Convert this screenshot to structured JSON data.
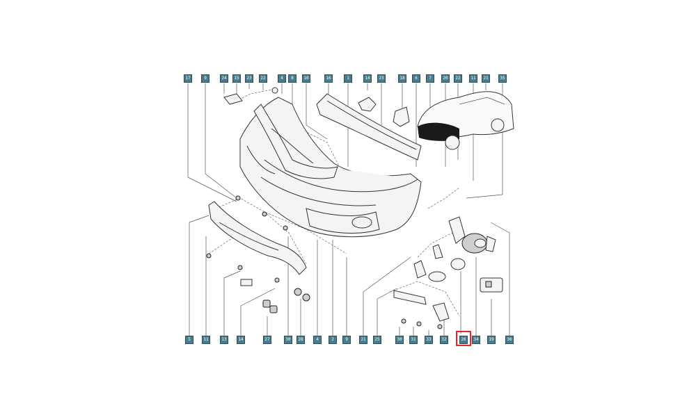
{
  "diagram": {
    "top_callouts": [
      "17",
      "9",
      "24",
      "15",
      "23",
      "22",
      "4",
      "8",
      "10",
      "16",
      "1",
      "14",
      "23",
      "18",
      "6",
      "7",
      "20",
      "22",
      "11",
      "21",
      "35"
    ],
    "bottom_callouts": [
      "5",
      "11",
      "13",
      "14",
      "27",
      "30",
      "28",
      "4",
      "2",
      "9",
      "21",
      "25",
      "30",
      "31",
      "33",
      "32",
      "26",
      "34",
      "19",
      "36"
    ],
    "highlighted_callout": "26",
    "colors": {
      "callout_fill": "#4a7c8c",
      "highlight": "#e0282e",
      "line": "#555555",
      "car_front": "#1a1a1a"
    }
  }
}
